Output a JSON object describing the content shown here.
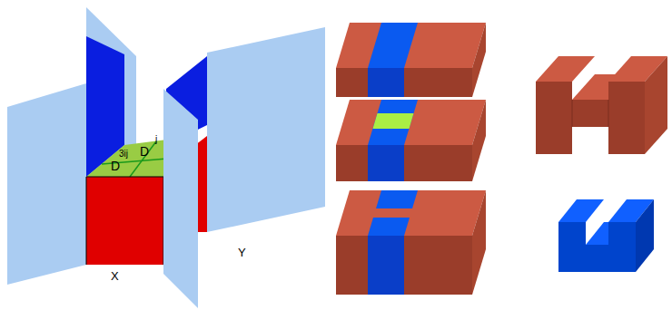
{
  "diagram": {
    "labels": [
      "j",
      "D",
      "3ij",
      "D",
      "X",
      "Y"
    ]
  }
}
